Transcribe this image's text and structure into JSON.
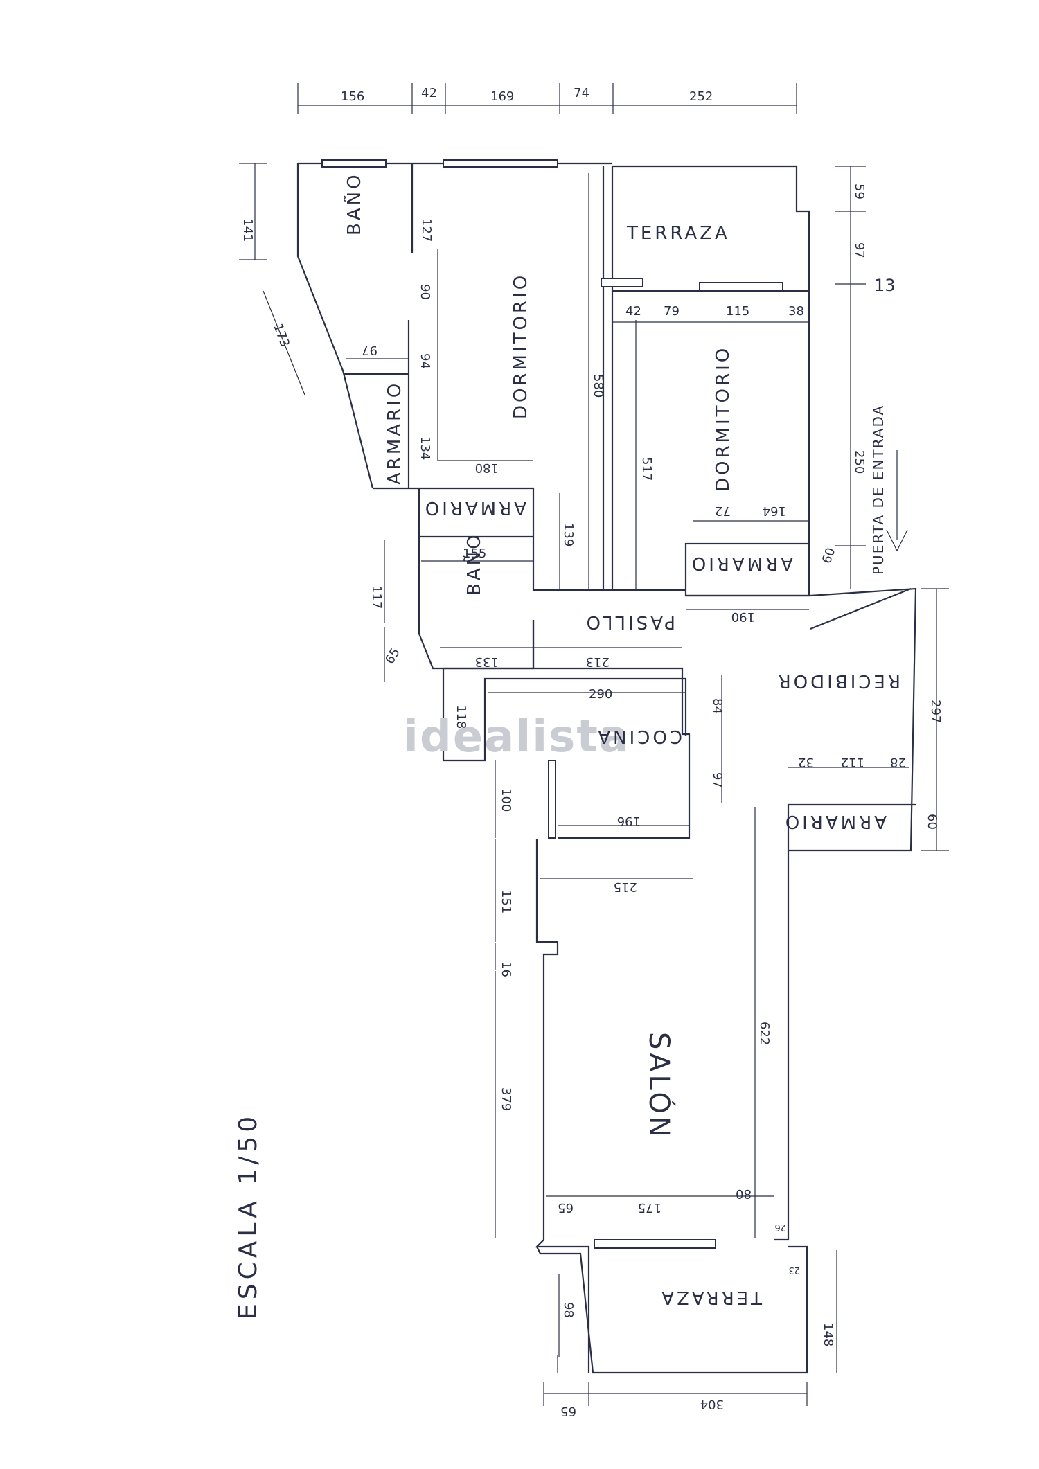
{
  "watermark": "idealista",
  "scale": "ESCALA 1/50",
  "rooms": {
    "bano_top": "BAÑO",
    "dormitorio_1": "DORMITORIO",
    "terraza_top": "TERRAZA",
    "dormitorio_2": "DORMITORIO",
    "armario_1": "ARMARIO",
    "armario_2": "ARMARIO",
    "armario_3": "ARMARIO",
    "armario_4": "ARMARIO",
    "bano_2": "BAÑO",
    "pasillo": "PASILLO",
    "cocina": "COCINA",
    "recibidor": "RECIBIDOR",
    "salon": "SALÓN",
    "terraza_bottom": "TERRAZA",
    "puerta_entrada": "PUERTA DE ENTRADA"
  },
  "dimensions": {
    "top_156": "156",
    "top_42": "42",
    "top_169": "169",
    "top_74": "74",
    "top_252": "252",
    "left_141": "141",
    "left_173": "173",
    "bano_127": "127",
    "bano_90": "90",
    "bano_94": "94",
    "bano_width_97": "97",
    "armario_134": "134",
    "dorm1_180": "180",
    "dorm1_580": "580",
    "dorm2_517": "517",
    "ter_42": "42",
    "ter_79": "79",
    "ter_115": "115",
    "ter_38": "38",
    "right_59": "59",
    "right_97": "97",
    "right_13": "13",
    "right_250": "250",
    "right_60": "60",
    "arm_72": "72",
    "arm_164": "164",
    "pas_139": "139",
    "pas_155": "155",
    "pas_117": "117",
    "pas_65": "65",
    "pas_133": "133",
    "pas_213": "213",
    "arm_190": "190",
    "rec_297": "297",
    "coc_290": "290",
    "coc_118": "118",
    "coc_84": "84",
    "coc_97": "97",
    "coc_100": "100",
    "coc_196": "196",
    "rec_32": "32",
    "rec_112": "112",
    "rec_28": "28",
    "arm_60": "60",
    "sal_151": "151",
    "sal_215": "215",
    "sal_16": "16",
    "sal_379": "379",
    "sal_622": "622",
    "sal_65": "65",
    "sal_175": "175",
    "sal_80": "80",
    "sal_26": "26",
    "ter_23": "23",
    "ter_98": "98",
    "ter_148": "148",
    "bot_65": "65",
    "bot_304": "304"
  }
}
